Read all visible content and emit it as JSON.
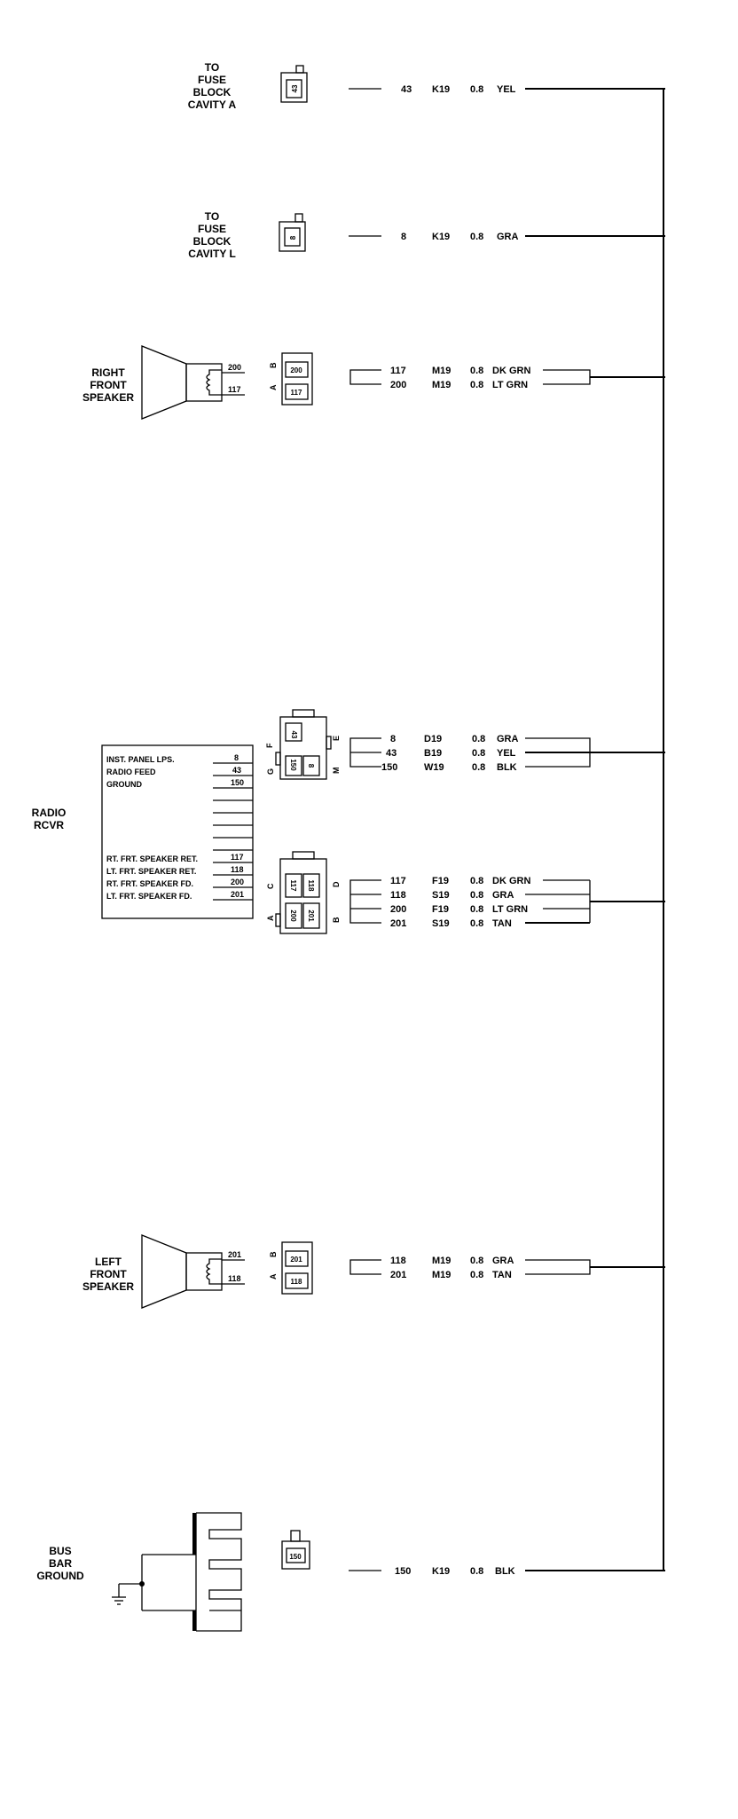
{
  "labels": {
    "fuse_a": [
      "TO",
      "FUSE",
      "BLOCK",
      "CAVITY A"
    ],
    "fuse_l": [
      "TO",
      "FUSE",
      "BLOCK",
      "CAVITY L"
    ],
    "right_speaker": [
      "RIGHT",
      "FRONT",
      "SPEAKER"
    ],
    "left_speaker": [
      "LEFT",
      "FRONT",
      "SPEAKER"
    ],
    "radio": [
      "RADIO",
      "RCVR"
    ],
    "bus_bar": [
      "BUS",
      "BAR",
      "GROUND"
    ]
  },
  "radio_rows": [
    {
      "label": "INST. PANEL LPS.",
      "pin": "8"
    },
    {
      "label": "RADIO FEED",
      "pin": "43"
    },
    {
      "label": "GROUND",
      "pin": "150"
    },
    {
      "label": "RT. FRT. SPEAKER RET.",
      "pin": "117"
    },
    {
      "label": "LT. FRT. SPEAKER RET.",
      "pin": "118"
    },
    {
      "label": "RT. FRT. SPEAKER FD.",
      "pin": "200"
    },
    {
      "label": "LT. FRT. SPEAKER FD.",
      "pin": "201"
    }
  ],
  "wires": {
    "fuse_a": {
      "circuit": "43",
      "code": "K19",
      "gauge": "0.8",
      "color": "YEL"
    },
    "fuse_l": {
      "circuit": "8",
      "code": "K19",
      "gauge": "0.8",
      "color": "GRA"
    },
    "right_speaker": [
      {
        "circuit": "117",
        "code": "M19",
        "gauge": "0.8",
        "color": "DK GRN"
      },
      {
        "circuit": "200",
        "code": "M19",
        "gauge": "0.8",
        "color": "LT GRN"
      }
    ],
    "radio_upper": [
      {
        "circuit": "8",
        "code": "D19",
        "gauge": "0.8",
        "color": "GRA"
      },
      {
        "circuit": "43",
        "code": "B19",
        "gauge": "0.8",
        "color": "YEL"
      },
      {
        "circuit": "150",
        "code": "W19",
        "gauge": "0.8",
        "color": "BLK"
      }
    ],
    "radio_lower": [
      {
        "circuit": "117",
        "code": "F19",
        "gauge": "0.8",
        "color": "DK GRN"
      },
      {
        "circuit": "118",
        "code": "S19",
        "gauge": "0.8",
        "color": "GRA"
      },
      {
        "circuit": "200",
        "code": "F19",
        "gauge": "0.8",
        "color": "LT GRN"
      },
      {
        "circuit": "201",
        "code": "S19",
        "gauge": "0.8",
        "color": "TAN"
      }
    ],
    "left_speaker": [
      {
        "circuit": "118",
        "code": "M19",
        "gauge": "0.8",
        "color": "GRA"
      },
      {
        "circuit": "201",
        "code": "M19",
        "gauge": "0.8",
        "color": "TAN"
      }
    ],
    "bus_bar": {
      "circuit": "150",
      "code": "K19",
      "gauge": "0.8",
      "color": "BLK"
    }
  },
  "connectors": {
    "fuse_a": {
      "cavity": "43"
    },
    "fuse_l": {
      "cavity": "8"
    },
    "right_speaker": {
      "pin_labels": [
        "B",
        "A"
      ],
      "cavities": [
        "200",
        "117"
      ],
      "lead_labels": [
        "200",
        "117"
      ]
    },
    "radio_upper": {
      "pin_labels": [
        "F",
        "E",
        "G",
        "M"
      ],
      "cavities": [
        "43",
        "150",
        "8"
      ]
    },
    "radio_lower": {
      "pin_labels": [
        "C",
        "D",
        "A",
        "B"
      ],
      "cavities": [
        "117",
        "118",
        "200",
        "201"
      ]
    },
    "left_speaker": {
      "pin_labels": [
        "B",
        "A"
      ],
      "cavities": [
        "201",
        "118"
      ],
      "lead_labels": [
        "201",
        "118"
      ]
    },
    "bus_bar": {
      "cavity": "150"
    }
  }
}
